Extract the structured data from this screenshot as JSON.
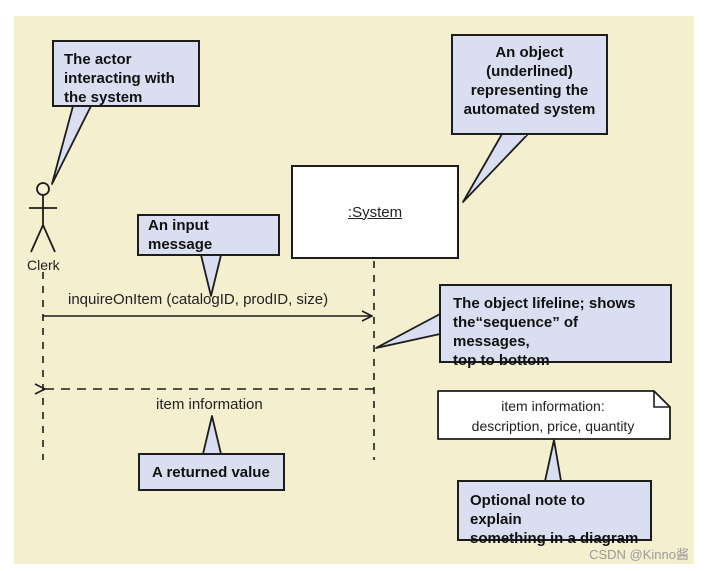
{
  "actor": {
    "label": "Clerk"
  },
  "system_object": {
    "label": ":System"
  },
  "messages": {
    "input": "inquireOnItem (catalogID, prodID, size)",
    "return": "item information"
  },
  "note": {
    "line1": "item information:",
    "line2": "description, price, quantity"
  },
  "callouts": {
    "actor": [
      "The actor",
      "interacting with",
      "the system"
    ],
    "object": [
      "An object",
      "(underlined)",
      "representing the",
      "automated system"
    ],
    "input_message": "An input message",
    "lifeline": [
      "The object lifeline; shows",
      "the“sequence” of messages,",
      "top to bottom"
    ],
    "returned_value": "A returned value",
    "optional_note": [
      "Optional note to explain",
      "something in a diagram"
    ]
  },
  "watermark": "CSDN @Kinno酱",
  "colors": {
    "background": "#f4efcf",
    "callout_fill": "#d9def1",
    "box_fill": "#ffffff",
    "line": "#1d1d1d"
  }
}
